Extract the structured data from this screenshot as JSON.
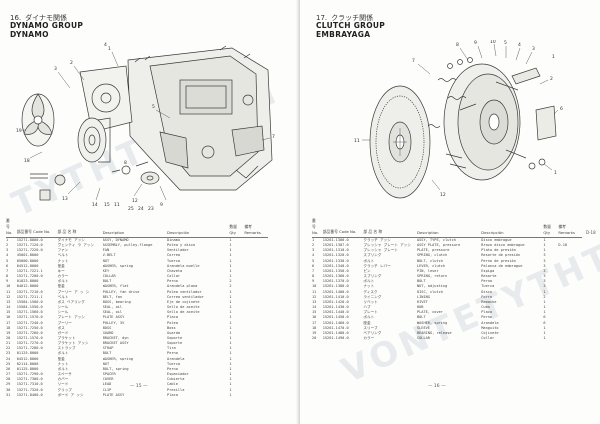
{
  "left": {
    "header": {
      "number": "16.",
      "jp": "ダイナモ関係",
      "title1": "DYNAMO GROUP",
      "title2": "DYNAMO"
    },
    "watermark": "TYTHTS.COM",
    "columns": [
      "番 号 No.",
      "部品番号 Code No.",
      "部 品 名 称",
      "Description",
      "Descripción",
      "数量 Qty",
      "備考 Remarks"
    ],
    "rows": [
      [
        "1",
        "15271-8000-0",
        "ダイナモ アッシ",
        "ASSY, DYNAMO",
        "Dinamo",
        "1",
        ""
      ],
      [
        "2",
        "15271-7120-0",
        "ヴェンティ ラ アッシ",
        "ASSEMBLY, pulley-flange",
        "Polea y disco",
        "1",
        ""
      ],
      [
        "3",
        "15271-7220-0",
        "ファン",
        "FAN",
        "Ventilador",
        "1",
        ""
      ],
      [
        "4",
        "45001-8000",
        "ベルト",
        "V-BELT",
        "Correa",
        "1",
        ""
      ],
      [
        "",
        "",
        "",
        "",
        "",
        "",
        ""
      ],
      [
        "5",
        "05000-8000",
        "ナット",
        "NUT",
        "Tuerca",
        "1",
        ""
      ],
      [
        "6",
        "04512-8000",
        "座金",
        "WASHER, spring",
        "Arandela muelle",
        "1",
        ""
      ],
      [
        "7",
        "15271-7221-1",
        "キー",
        "KEY",
        "Chaveta",
        "1",
        ""
      ],
      [
        "8",
        "15271-7200-0",
        "カラー",
        "COLLAR",
        "Collar",
        "1",
        ""
      ],
      [
        "9",
        "01023-8000",
        "ボルト",
        "BOLT",
        "Perno",
        "2",
        ""
      ],
      [
        "10",
        "04012-8000",
        "座金",
        "WASHER, flat",
        "Arandela plana",
        "2",
        ""
      ],
      [
        "",
        "",
        "",
        "",
        "",
        "",
        ""
      ],
      [
        "11",
        "15271-7210-0",
        "プーリー ア ッ シ",
        "PULLEY, fan drive",
        "Polea ventilador",
        "1",
        ""
      ],
      [
        "12",
        "15271-7211-1",
        "ベルト",
        "BELT, fan",
        "Correa ventilador",
        "1",
        ""
      ],
      [
        "13",
        "15584-1500-0",
        "ボス ベアリング",
        "BOSS, bearing",
        "Eje de cojinete",
        "1",
        ""
      ],
      [
        "14",
        "15584-1550-0",
        "シール",
        "SEAL, oil",
        "Sello de aceite",
        "1",
        ""
      ],
      [
        "15",
        "15271-1560-0",
        "シール",
        "SEAL, oil",
        "Sello de aceite",
        "1",
        ""
      ],
      [
        "16",
        "15271-1570-0",
        "プレート アッシ",
        "PLATE ASSY",
        "Placa",
        "1",
        ""
      ],
      [
        "",
        "",
        "",
        "",
        "",
        "",
        ""
      ],
      [
        "17",
        "15271-7240-0",
        "プーリー",
        "PULLEY, 3V",
        "Polea",
        "1",
        ""
      ],
      [
        "18",
        "15271-7250-0",
        "ボス",
        "BOSS",
        "Boss",
        "1",
        ""
      ],
      [
        "19",
        "15271-7260-0",
        "ガード",
        "GUARD",
        "Guarda",
        "1",
        ""
      ],
      [
        "20",
        "15271-1570-0",
        "ブラケット",
        "BRACKET, dyn",
        "Soporte",
        "1",
        ""
      ],
      [
        "21",
        "15271-7270-0",
        "ブラケット アッシ",
        "BRACKET ASSY",
        "Soporte",
        "1",
        ""
      ],
      [
        "",
        "",
        "",
        "",
        "",
        "",
        ""
      ],
      [
        "22",
        "15271-7280-0",
        "ストラップ",
        "STRAP",
        "Tira",
        "1",
        ""
      ],
      [
        "23",
        "01125-8000",
        "ボルト",
        "BOLT",
        "Perno",
        "1",
        ""
      ],
      [
        "24",
        "04512-8000",
        "座金",
        "WASHER, spring",
        "Arandela",
        "1",
        ""
      ],
      [
        "25",
        "02114-8000",
        "ナット",
        "NUT",
        "Tuerca",
        "1",
        ""
      ],
      [
        "26",
        "01125-8000",
        "ボルト",
        "BOLT, spring",
        "Perno",
        "1",
        ""
      ],
      [
        "",
        "",
        "",
        "",
        "",
        "",
        ""
      ],
      [
        "27",
        "15271-7290-0",
        "スペーサ",
        "SPACER",
        "Espaciador",
        "1",
        ""
      ],
      [
        "28",
        "15271-7300-0",
        "カバー",
        "COVER",
        "Cubierta",
        "1",
        ""
      ],
      [
        "29",
        "15271-7310-0",
        "リード",
        "LEAD",
        "Cable",
        "1",
        ""
      ],
      [
        "30",
        "15271-7320-0",
        "クリップ",
        "CLIP",
        "Presilla",
        "1",
        ""
      ],
      [
        "",
        "",
        "",
        "",
        "",
        "",
        ""
      ],
      [
        "31",
        "15271-8400-0",
        "ボード ア ッシ",
        "PLATE ASSY",
        "Placa",
        "1",
        ""
      ]
    ],
    "page_number": "— 15 —"
  },
  "right": {
    "header": {
      "number": "17.",
      "jp": "クラッチ関係",
      "title1": "CLUTCH GROUP",
      "title2": "EMBRAYAGA"
    },
    "watermark": "VONTETYTHTS",
    "columns": [
      "番 号 No.",
      "部品番号 Code No.",
      "部 品 名 称",
      "Description",
      "Descripción",
      "数量 Qty",
      "備考 Remarks"
    ],
    "rows": [
      [
        "1",
        "15261-1300-0",
        "クラッチ アッシ",
        "ASSY, TYPE, clutch",
        "Disco embrague",
        "1",
        ""
      ],
      [
        "2",
        "15261-1307-0",
        "プレッシャ プレート アッシ",
        "ASSY PLATE, pressure",
        "Brazo disco embrague",
        "1",
        "D-18"
      ],
      [
        "3",
        "15261-1310-0",
        "プレッシャ プレート",
        "PLATE, pressure",
        "Plato de presión",
        "1",
        ""
      ],
      [
        "4",
        "15261-1320-0",
        "スプリング",
        "SPRING, clutch",
        "Resorte de presión",
        "3",
        ""
      ],
      [
        "5",
        "15261-1330-0",
        "ボルト",
        "BOLT, clutch",
        "Perno de presión",
        "3",
        ""
      ],
      [
        "",
        "",
        "",
        "",
        "",
        "",
        ""
      ],
      [
        "6",
        "15261-1340-0",
        "クラッチ レバー",
        "LEVER, clutch",
        "Palanca de embrague",
        "3",
        ""
      ],
      [
        "7",
        "15261-1350-0",
        "ピン",
        "PIN, lever",
        "Espiga",
        "3",
        ""
      ],
      [
        "8",
        "15261-1360-0",
        "スプリング",
        "SPRING, return",
        "Resorte",
        "3",
        ""
      ],
      [
        "9",
        "15261-1370-0",
        "ボルト",
        "BOLT",
        "Perno",
        "3",
        ""
      ],
      [
        "10",
        "15261-1380-0",
        "ナット",
        "NUT, adjusting",
        "Tuerca",
        "3",
        ""
      ],
      [
        "",
        "",
        "",
        "",
        "",
        "",
        ""
      ],
      [
        "11",
        "15261-1400-0",
        "ディスク",
        "DISC, clutch",
        "Disco",
        "1",
        ""
      ],
      [
        "12",
        "15261-1410-0",
        "ライニング",
        "LINING",
        "Forro",
        "2",
        ""
      ],
      [
        "13",
        "15261-1420-0",
        "リベット",
        "RIVET",
        "Remache",
        "1",
        ""
      ],
      [
        "14",
        "15261-1430-0",
        "ハブ",
        "HUB",
        "Cubo",
        "1",
        ""
      ],
      [
        "",
        "",
        "",
        "",
        "",
        "",
        ""
      ],
      [
        "15",
        "15261-1440-0",
        "プレート",
        "PLATE, cover",
        "Placa",
        "1",
        ""
      ],
      [
        "16",
        "15261-1450-0",
        "ボルト",
        "BOLT",
        "Perno",
        "6",
        ""
      ],
      [
        "17",
        "15261-1460-0",
        "座金",
        "WASHER, spring",
        "Arandela",
        "6",
        ""
      ],
      [
        "18",
        "15261-1470-0",
        "スリーブ",
        "SLEEVE",
        "Manguito",
        "1",
        ""
      ],
      [
        "19",
        "15261-1480-0",
        "ベアリング",
        "BEARING, release",
        "Cojinete",
        "1",
        ""
      ],
      [
        "",
        "",
        "",
        "",
        "",
        "",
        ""
      ],
      [
        "20",
        "15261-1490-0",
        "カラー",
        "COLLAR",
        "Collar",
        "1",
        ""
      ]
    ],
    "page_number": "— 16 —",
    "side_note": "D-18"
  }
}
